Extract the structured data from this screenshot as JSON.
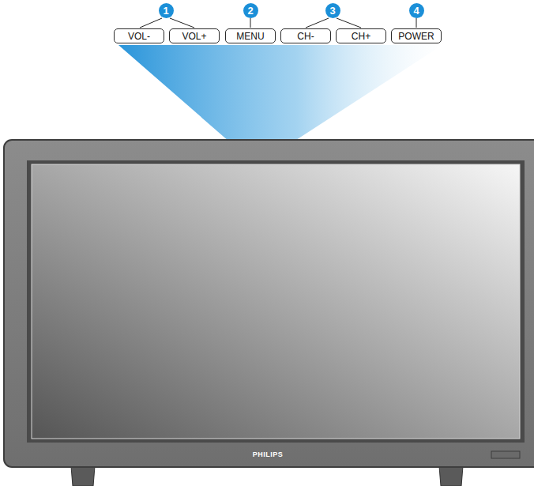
{
  "diagram": {
    "nodes": [
      {
        "text": [
          "VOL-"
        ]
      },
      {
        "text": [
          "VOL+"
        ]
      },
      {
        "text": [
          "MENU"
        ]
      },
      {
        "text": [
          "CH-"
        ]
      },
      {
        "text": [
          "CH+"
        ]
      },
      {
        "text": [
          "POWER"
        ]
      }
    ],
    "labels": [
      "1",
      "2",
      "3",
      "4",
      "PHILIPS"
    ]
  }
}
